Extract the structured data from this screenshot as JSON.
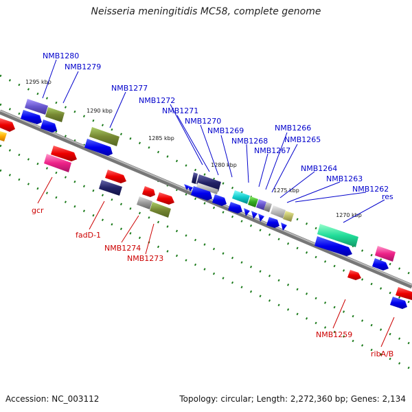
{
  "title": "Neisseria meningitidis MC58, complete genome",
  "footer": {
    "accession": "Accession: NC_003112",
    "topology": "Topology: circular; Length: 2,272,360 bp; Genes: 2,134"
  },
  "ruler_labels": [
    "1295 kbp",
    "1290 kbp",
    "1285 kbp",
    "1280 kbp",
    "1275 kbp",
    "1270 kbp"
  ],
  "top_gene_labels": [
    "NMB1280",
    "NMB1279",
    "NMB1277",
    "NMB1272",
    "NMB1271",
    "NMB1270",
    "NMB1269",
    "NMB1268",
    "NMB1267",
    "NMB1266",
    "NMB1265",
    "NMB1264",
    "NMB1263",
    "NMB1262",
    "res"
  ],
  "bottom_gene_labels": [
    "gcr",
    "fadD-1",
    "NMB1274",
    "NMB1273",
    "NMB1259",
    "ribA/B"
  ],
  "colors": {
    "top_label": "#0000cc",
    "bottom_label": "#cc0000",
    "strand_arrow": "#0000ee",
    "tick": "#1a7a1a",
    "backbone": "#888888"
  }
}
